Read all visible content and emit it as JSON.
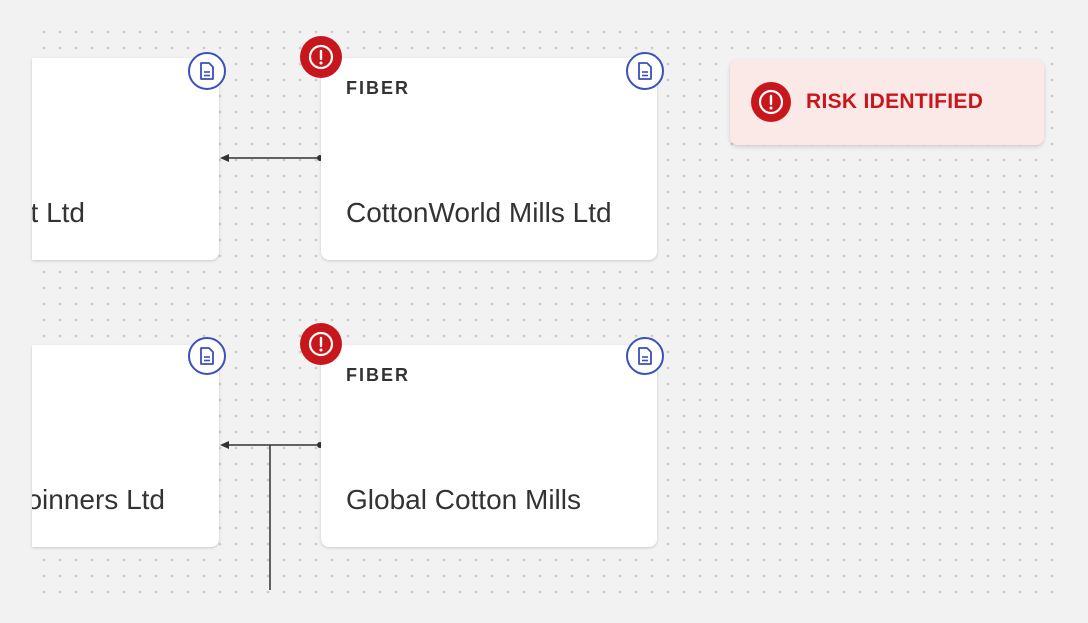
{
  "colors": {
    "background": "#f2f2f2",
    "card": "#ffffff",
    "risk_red": "#c8161d",
    "risk_banner_bg": "#fbe9e8",
    "doc_icon_blue": "#3b4fc0",
    "edge": "#333333"
  },
  "risk_banner": {
    "label": "RISK IDENTIFIED",
    "icon": "alert-circle-icon"
  },
  "nodes": [
    {
      "id": "top-left",
      "type": "",
      "name": "t Ltd",
      "icon": "document-icon"
    },
    {
      "id": "top-right",
      "type": "FIBER",
      "name": "CottonWorld Mills Ltd",
      "icon": "document-icon",
      "risk_icon": "alert-circle-icon"
    },
    {
      "id": "bottom-left",
      "type": "",
      "name": "oinners Ltd",
      "icon": "document-icon"
    },
    {
      "id": "bottom-right",
      "type": "FIBER",
      "name": "Global Cotton Mills",
      "icon": "document-icon",
      "risk_icon": "alert-circle-icon"
    }
  ]
}
